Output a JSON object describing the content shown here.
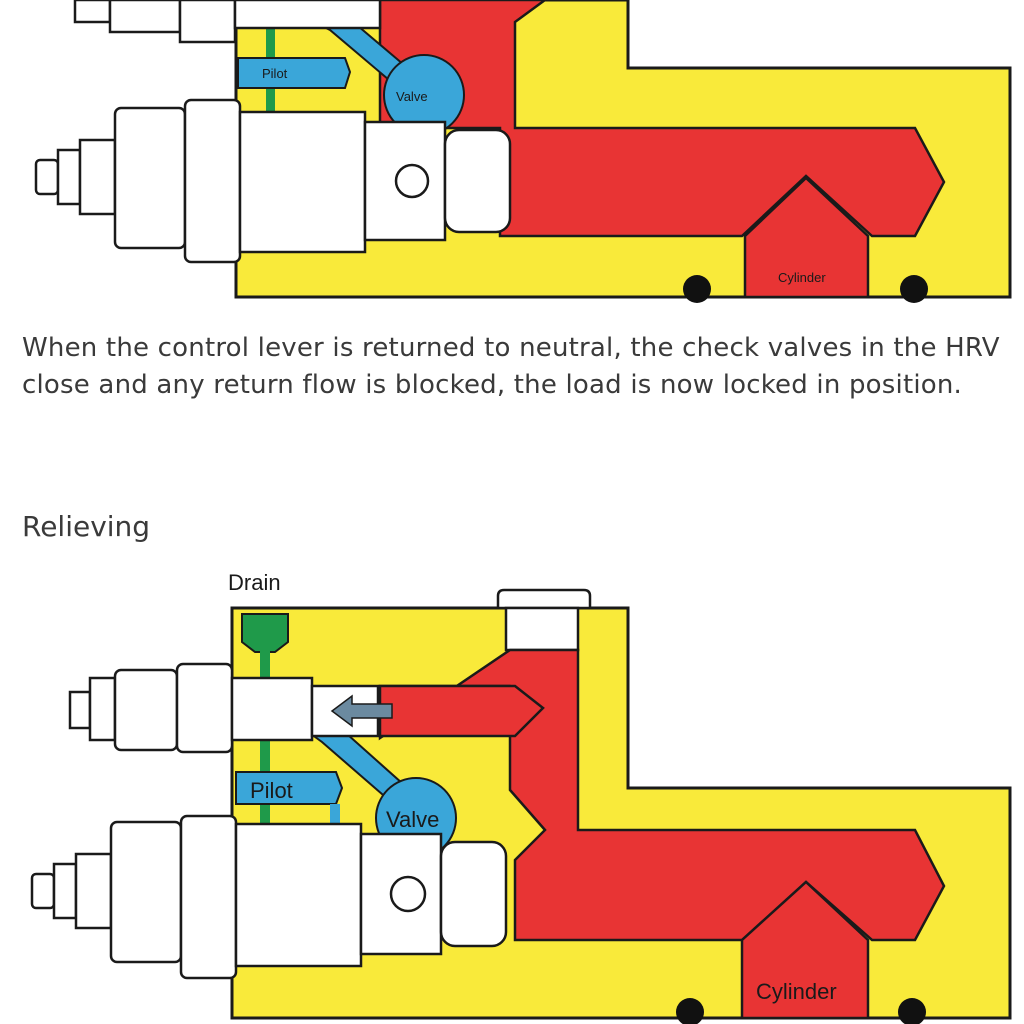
{
  "top_diagram": {
    "pilot_label": "Pilot",
    "valve_label": "Valve",
    "cylinder_label": "Cylinder"
  },
  "caption": {
    "line1": "When the control lever is returned to neutral, the check valves in the HRV",
    "line2": "close and any return flow is blocked, the load is now locked in position."
  },
  "relieving_section": {
    "heading": "Relieving",
    "drain_label": "Drain",
    "pilot_label": "Pilot",
    "valve_label": "Valve",
    "cylinder_label": "Cylinder"
  },
  "colors": {
    "block_yellow": "#f9ea3a",
    "pressure_red": "#e83434",
    "pilot_blue": "#3aa6d9",
    "drain_green": "#1f9a4a",
    "outline": "#1a1a1a"
  }
}
